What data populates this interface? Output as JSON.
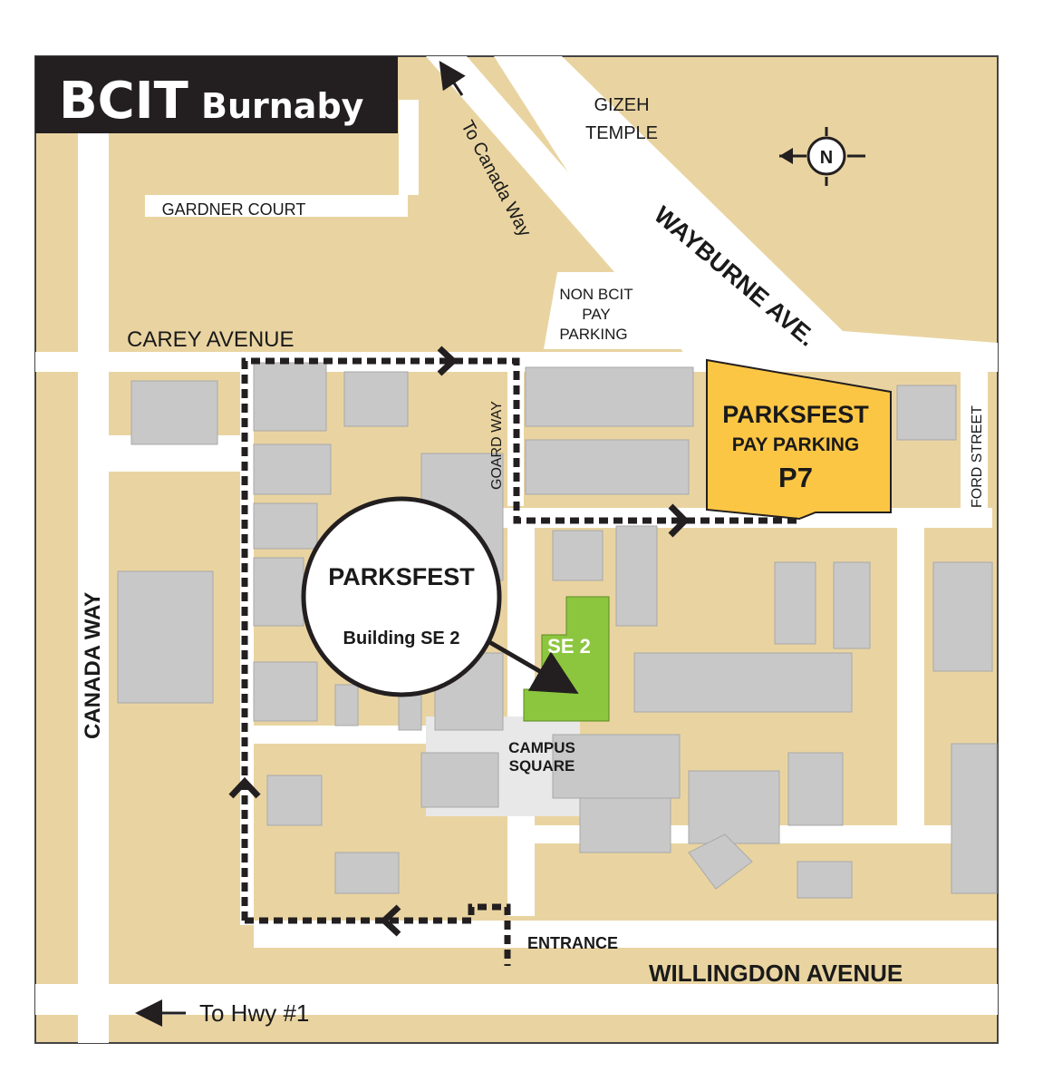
{
  "colors": {
    "block": "#e9d4a1",
    "road": "#ffffff",
    "building": "#c8c8c8",
    "building_edge": "#a9a9a9",
    "path": "#231f20",
    "parking": "#fcc645",
    "se2": "#8cc63f",
    "title_bg": "#231f20",
    "callout_bg": "#ffffff"
  },
  "title": {
    "main": "BCIT",
    "sub": "Burnaby"
  },
  "compass": {
    "letter": "N",
    "icon": "north-arrow-icon"
  },
  "labels": {
    "gizeh_1": "GIZEH",
    "gizeh_2": "TEMPLE",
    "gardner": "GARDNER COURT",
    "to_canada_way": "To Canada Way",
    "wayburne": "WAYBURNE AVE.",
    "non_bcit_1": "NON BCIT",
    "non_bcit_2": "PAY",
    "non_bcit_3": "PARKING",
    "carey": "CAREY AVENUE",
    "goard": "GOARD WAY",
    "ford": "FORD STREET",
    "canada_way": "CANADA WAY",
    "campus_1": "CAMPUS",
    "campus_2": "SQUARE",
    "entrance": "ENTRANCE",
    "willingdon": "WILLINGDON AVENUE",
    "to_hwy": "To Hwy #1"
  },
  "parking": {
    "line1": "PARKSFEST",
    "line2": "PAY PARKING",
    "line3": "P7"
  },
  "callout": {
    "title": "PARKSFEST",
    "subtitle": "Building SE 2"
  },
  "building_se2": {
    "label": "SE 2"
  }
}
